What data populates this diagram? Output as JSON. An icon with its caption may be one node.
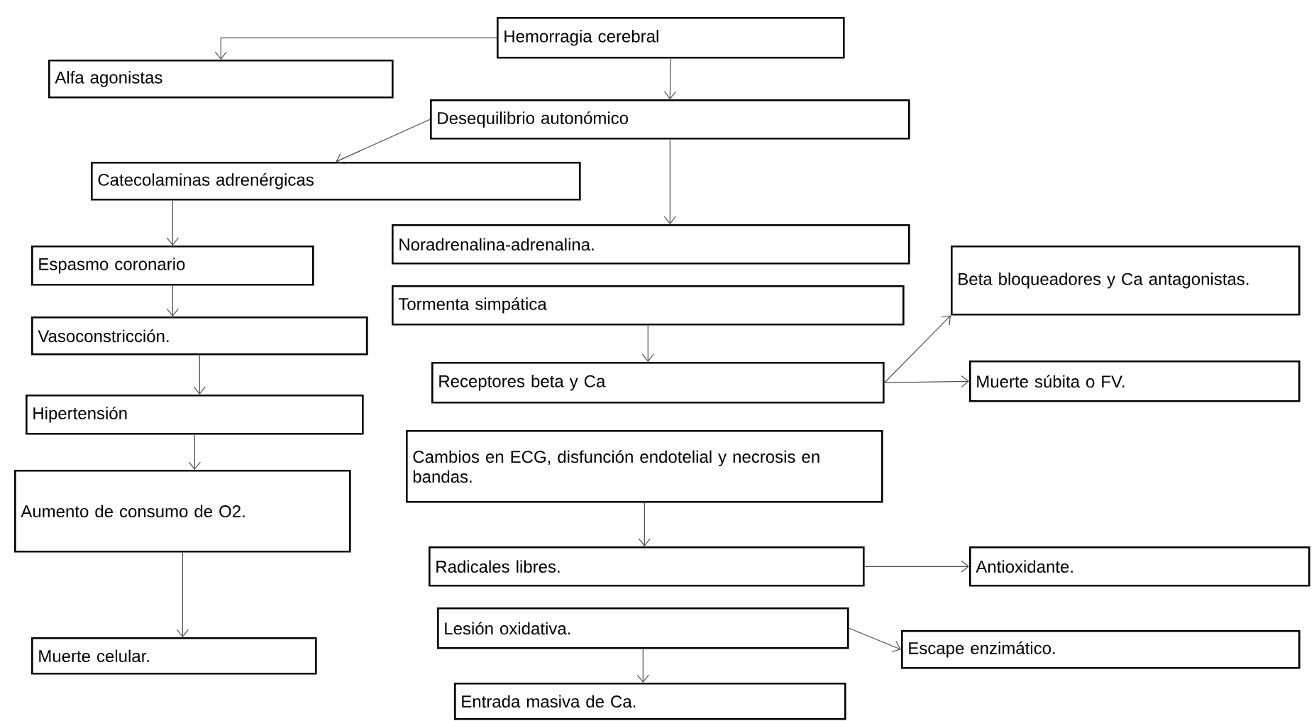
{
  "diagram": {
    "nodes": [
      {
        "text": [
          "Hemorragia cerebral"
        ]
      },
      {
        "text": [
          "Alfa agonistas"
        ]
      },
      {
        "text": [
          "Desequilibrio autonómico"
        ]
      },
      {
        "text": [
          "Catecolaminas adrenérgicas"
        ]
      },
      {
        "text": [
          "Espasmo coronario"
        ]
      },
      {
        "text": [
          "Noradrenalina-adrenalina."
        ]
      },
      {
        "text": [
          "Tormenta simpática"
        ]
      },
      {
        "text": [
          "Beta bloqueadores y Ca antagonistas."
        ]
      },
      {
        "text": [
          "Vasoconstricción."
        ]
      },
      {
        "text": [
          "Receptores beta y Ca"
        ]
      },
      {
        "text": [
          "Muerte súbita o FV."
        ]
      },
      {
        "text": [
          "Hipertensión"
        ]
      },
      {
        "text": [
          "Cambios en ECG, disfunción endotelial y necrosis en bandas."
        ]
      },
      {
        "text": [
          "Aumento de consumo de O2."
        ]
      },
      {
        "text": [
          "Radicales libres."
        ]
      },
      {
        "text": [
          "Antioxidante."
        ]
      },
      {
        "text": [
          "Lesión oxidativa."
        ]
      },
      {
        "text": [
          "Escape enzimático."
        ]
      },
      {
        "text": [
          "Muerte celular."
        ]
      },
      {
        "text": [
          "Entrada masiva de Ca."
        ]
      }
    ],
    "edges": [
      {
        "from": 0,
        "to": 1,
        "arrow": "to"
      },
      {
        "from": 0,
        "to": 2,
        "arrow": "to"
      },
      {
        "from": 2,
        "to": 3,
        "arrow": "to"
      },
      {
        "from": 2,
        "to": 5,
        "arrow": "to"
      },
      {
        "from": 3,
        "to": 4,
        "arrow": "to"
      },
      {
        "from": 4,
        "to": 8,
        "arrow": "to"
      },
      {
        "from": 8,
        "to": 11,
        "arrow": "to"
      },
      {
        "from": 11,
        "to": 13,
        "arrow": "to"
      },
      {
        "from": 13,
        "to": 18,
        "arrow": "to"
      },
      {
        "from": 6,
        "to": 9,
        "arrow": "to"
      },
      {
        "from": 9,
        "to": 7,
        "arrow": "to"
      },
      {
        "from": 9,
        "to": 10,
        "arrow": "to"
      },
      {
        "from": 12,
        "to": 14,
        "arrow": "to"
      },
      {
        "from": 14,
        "to": 15,
        "arrow": "to"
      },
      {
        "from": 16,
        "to": 17,
        "arrow": "to"
      },
      {
        "from": 16,
        "to": 19,
        "arrow": "to"
      }
    ]
  }
}
